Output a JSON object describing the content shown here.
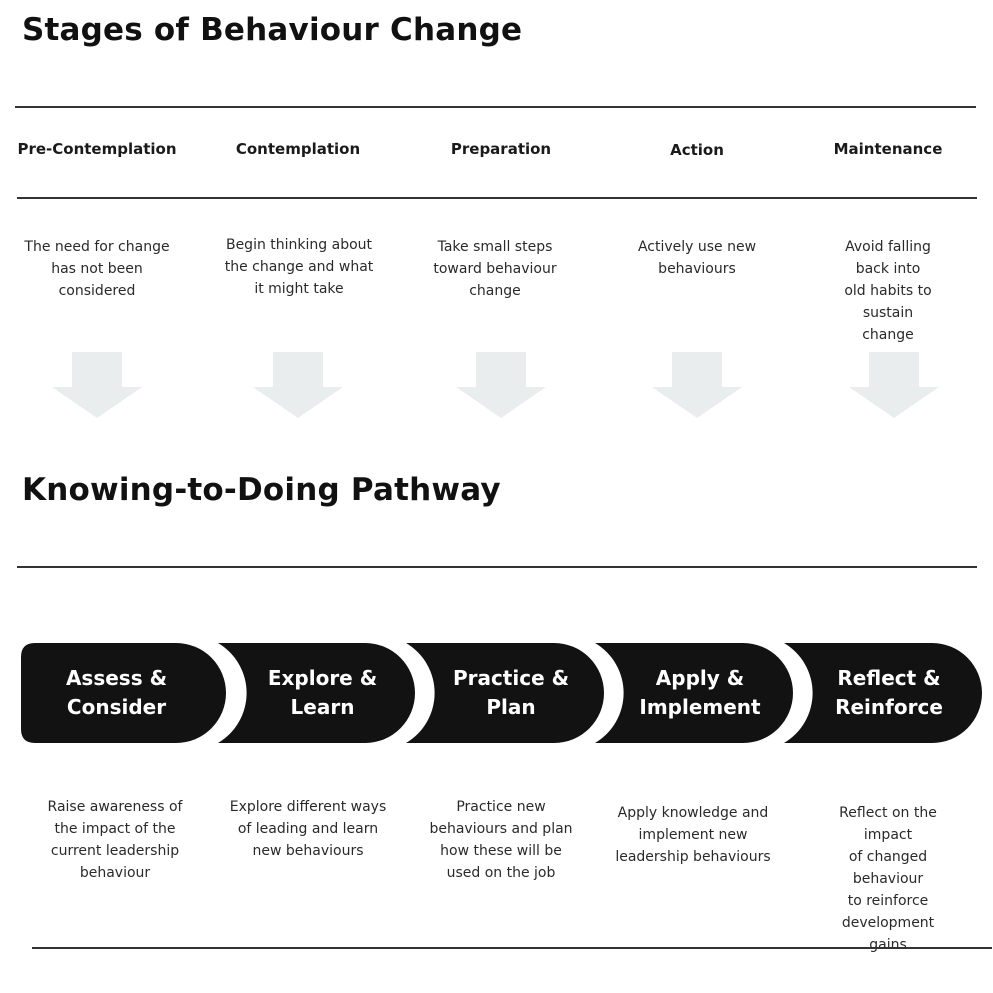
{
  "stages_section": {
    "title": "Stages of Behaviour Change",
    "stages": [
      {
        "name": "Pre-Contemplation",
        "desc_lines": [
          "The need for change",
          "has not been",
          "considered"
        ]
      },
      {
        "name": "Contemplation",
        "desc_lines": [
          "Begin thinking about",
          "the change and what",
          "it might take"
        ]
      },
      {
        "name": "Preparation",
        "desc_lines": [
          "Take small steps",
          "toward behaviour",
          "change"
        ]
      },
      {
        "name": "Action",
        "desc_lines": [
          "Actively use new",
          "behaviours"
        ]
      },
      {
        "name": "Maintenance",
        "desc_lines": [
          "Avoid falling back into",
          "old habits to sustain",
          "change"
        ]
      }
    ]
  },
  "pathway_section": {
    "title": "Knowing-to-Doing Pathway",
    "steps": [
      {
        "label_lines": [
          "Assess &",
          "Consider"
        ],
        "desc_lines": [
          "Raise awareness of",
          "the impact of the",
          "current leadership",
          "behaviour"
        ]
      },
      {
        "label_lines": [
          "Explore &",
          "Learn"
        ],
        "desc_lines": [
          "Explore different ways",
          "of leading and learn",
          "new behaviours"
        ]
      },
      {
        "label_lines": [
          "Practice &",
          "Plan"
        ],
        "desc_lines": [
          "Practice new",
          "behaviours and plan",
          "how these will be",
          "used on the job"
        ]
      },
      {
        "label_lines": [
          "Apply &",
          "Implement"
        ],
        "desc_lines": [
          "Apply knowledge and",
          "implement new",
          "leadership behaviours"
        ]
      },
      {
        "label_lines": [
          "Reflect &",
          "Reinforce"
        ],
        "desc_lines": [
          "Reflect on the impact",
          "of changed behaviour",
          "to reinforce",
          "development gains"
        ]
      }
    ]
  },
  "colors": {
    "arrow_fill": "#e9eded",
    "chevron_fill": "#121212",
    "chevron_text": "#ffffff"
  }
}
